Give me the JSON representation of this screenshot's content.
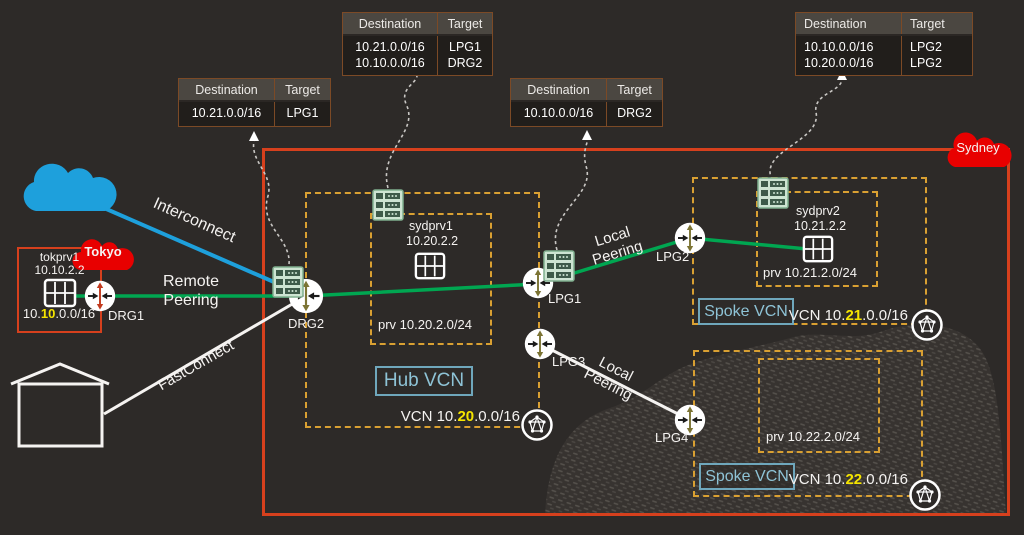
{
  "colors": {
    "background": "#2d2a28",
    "region_border": "#d6401d",
    "vcn_dashed_border": "#d9a032",
    "green_peering_line": "#00a651",
    "blue_interconnect_line": "#1ea0dc",
    "cloud_red": "#e80000",
    "cloud_blue": "#1ea0dc",
    "highlight_yellow": "#f5e400",
    "vcn_label_blue": "#8ec3d6"
  },
  "route_tables": [
    {
      "headers": [
        "Destination",
        "Target"
      ],
      "rows": [
        [
          "10.21.0.0/16",
          "LPG1"
        ]
      ]
    },
    {
      "headers": [
        "Destination",
        "Target"
      ],
      "rows": [
        [
          "10.21.0.0/16",
          "LPG1"
        ],
        [
          "10.10.0.0/16",
          "DRG2"
        ]
      ]
    },
    {
      "headers": [
        "Destination",
        "Target"
      ],
      "rows": [
        [
          "10.10.0.0/16",
          "DRG2"
        ]
      ]
    },
    {
      "headers": [
        "Destination",
        "Target"
      ],
      "rows": [
        [
          "10.10.0.0/16",
          "LPG2"
        ],
        [
          "10.20.0.0/16",
          "LPG2"
        ]
      ]
    }
  ],
  "tokyo": {
    "cloud_label": "Tokyo",
    "subnet_name": "tokprv1",
    "subnet_ip": "10.10.2.2",
    "cidr": {
      "pre": "10.",
      "hl": "10",
      "suf": ".0.0/16"
    },
    "drg_label": "DRG1"
  },
  "sydney": {
    "cloud_label": "Sydney",
    "drg_label": "DRG2",
    "lpg1": "LPG1",
    "lpg2": "LPG2",
    "lpg3": "LPG3",
    "lpg4": "LPG4",
    "hub": {
      "subnet_name": "sydprv1",
      "subnet_ip": "10.20.2.2",
      "prv": "prv 10.20.2.0/24",
      "label": "Hub VCN",
      "cidr": {
        "pre": "VCN 10.",
        "hl": "20",
        "suf": ".0.0/16"
      }
    },
    "spoke1": {
      "subnet_name": "sydprv2",
      "subnet_ip": "10.21.2.2",
      "prv": "prv 10.21.2.0/24",
      "label": "Spoke VCN",
      "cidr": {
        "pre": "VCN 10.",
        "hl": "21",
        "suf": ".0.0/16"
      }
    },
    "spoke2": {
      "prv": "prv 10.22.2.0/24",
      "label": "Spoke VCN",
      "cidr": {
        "pre": "VCN 10.",
        "hl": "22",
        "suf": ".0.0/16"
      }
    }
  },
  "links": {
    "interconnect": "Interconnect",
    "fastconnect": "FastConnect",
    "remote_line1": "Remote",
    "remote_line2": "Peering",
    "local_top_line1": "Local",
    "local_top_line2": "Peering",
    "local_bottom_line1": "Local",
    "local_bottom_line2": "Peering"
  }
}
